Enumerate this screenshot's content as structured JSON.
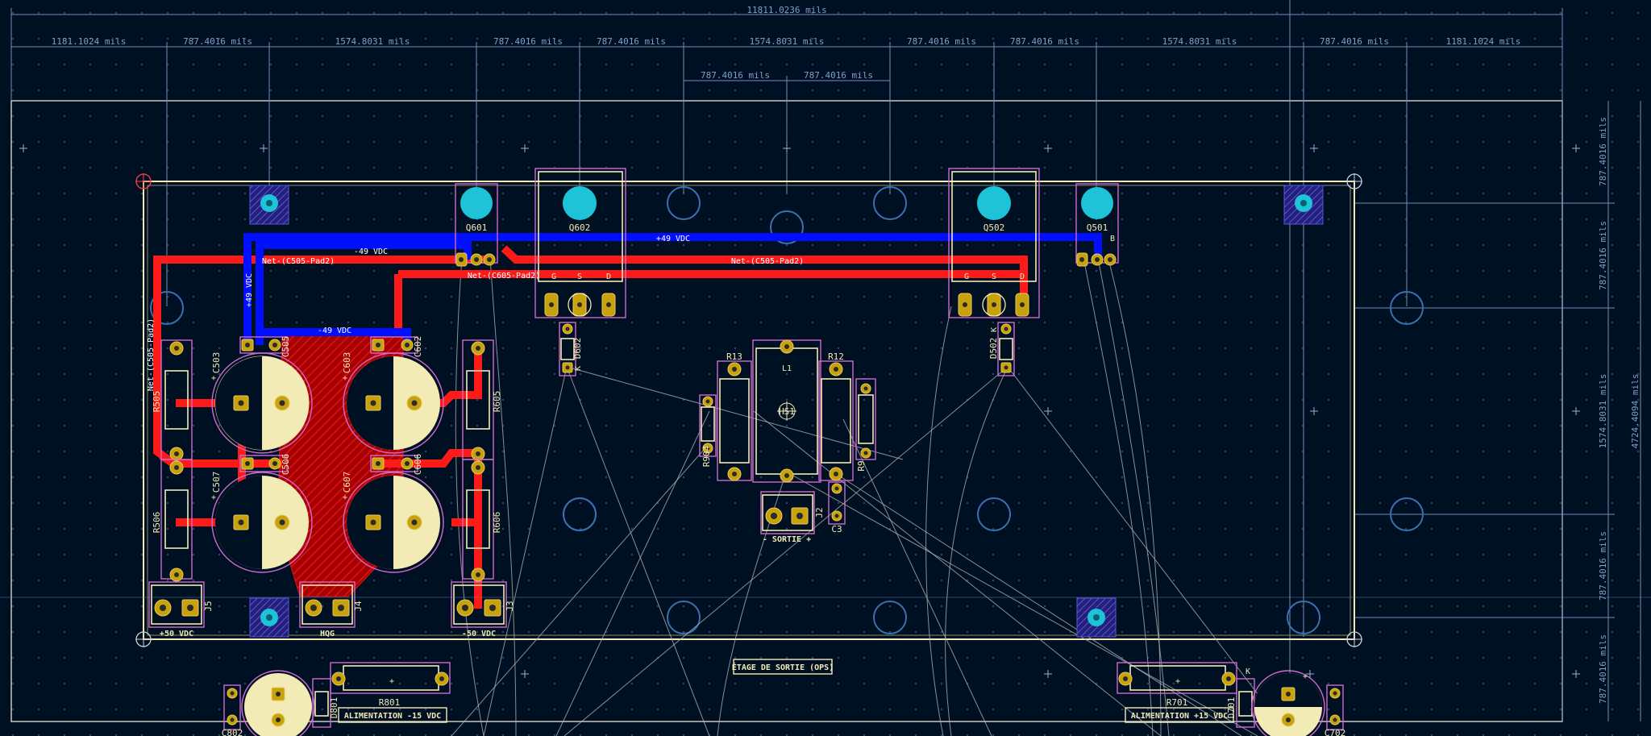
{
  "colors": {
    "background": "#001023",
    "copper_front": "#ff1a1a",
    "copper_back": "#0010ff",
    "silkscreen": "#f2ebb5",
    "courtyard": "#d06ad0",
    "dimension": "#6f8fb8",
    "via": "#1ec3d8",
    "pad": "#c8a20c",
    "zone": "#b00000"
  },
  "dimensions": {
    "overall": "11811.0236 mils",
    "top_row": [
      "1181.1024 mils",
      "787.4016 mils",
      "1574.8031 mils",
      "787.4016 mils",
      "787.4016 mils",
      "1574.8031 mils",
      "787.4016 mils",
      "787.4016 mils",
      "1574.8031 mils",
      "787.4016 mils",
      "1181.1024 mils"
    ],
    "second_row": [
      "787.4016 mils",
      "787.4016 mils"
    ],
    "right_col": [
      "787.4016 mils",
      "787.4016 mils",
      "1574.8031 mils",
      "787.4016 mils",
      "787.4016 mils"
    ],
    "right_total": "4724.4094 mils"
  },
  "nets": {
    "neg49": "-49 VDC",
    "pos49": "+49 VDC",
    "c505": "Net-(C505-Pad2)",
    "c605": "Net-(C605-Pad2)"
  },
  "refs": {
    "Q601": "Q601",
    "Q602": "Q602",
    "Q502": "Q502",
    "Q501": "Q501",
    "C503": "C503",
    "C505": "C505",
    "C506": "C506",
    "C507": "C507",
    "C603": "C603",
    "C602": "C602",
    "C606": "C606",
    "C607": "C607",
    "R505": "R505",
    "R506": "R506",
    "R605": "R605",
    "R606": "R606",
    "D602": "D602",
    "D502": "D502",
    "R13": "R13",
    "R12": "R12",
    "HS1": "HS1",
    "R904": "R904",
    "R9": "R9",
    "C3": "C3",
    "J2": "J2",
    "J5": "J5",
    "J4": "J4",
    "J3": "J3",
    "C802": "C802",
    "D801": "D801",
    "R801": "R801",
    "R701": "R701",
    "D701": "D701",
    "C702": "C702",
    "G": "G",
    "S": "S",
    "D": "D",
    "K": "K",
    "B": "B",
    "L1": "L1"
  },
  "labels": {
    "j5": "+50 VDC",
    "j4": "HQG",
    "j3": "-50 VDC",
    "sortie": "- SORTIE +",
    "etage": "ÉTAGE DE SORTIE (OPS)",
    "alim_neg": "ALIMENTATION -15 VDC",
    "alim_pos": "ALIMENTATION +15 VDC"
  }
}
